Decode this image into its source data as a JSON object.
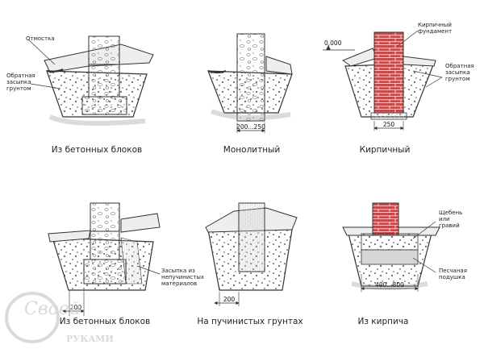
{
  "captions": {
    "a": "Из бетонных блоков",
    "b": "Монолитный",
    "c": "Кирпичный",
    "d": "Из бетонных блоков",
    "e": "На пучинистых грунтах",
    "f": "Из кирпича"
  },
  "labels": {
    "otmostka": "Отмостка",
    "backfill_a": [
      "Обратная",
      "засыпка",
      "грунтом"
    ],
    "brick_foundation": [
      "Кирпичный",
      "фундамент"
    ],
    "backfill_c": [
      "Обратная",
      "засыпка",
      "грунтом"
    ],
    "nonheaving_fill": [
      "Засыпка из",
      "непучинистых",
      "материалов"
    ],
    "gravel": [
      "Щебень",
      "или",
      "гравий"
    ],
    "sand_cushion": [
      "Песчаная",
      "подушка"
    ]
  },
  "dimensions": {
    "b_width": "200...250",
    "c_level": "0,000",
    "c_width": "250",
    "d_width": "200",
    "e_width": "200",
    "f_width": "400...800"
  },
  "watermark": {
    "line1": "Своей",
    "line2": "РУКАМИ"
  },
  "colors": {
    "ink": "#333333",
    "soil": "#e8e8e8",
    "concrete": "#f4f4f4",
    "brick": "#c64a4a",
    "brick_mortar": "#f2d2d2",
    "cushion": "#d6d6d6"
  }
}
